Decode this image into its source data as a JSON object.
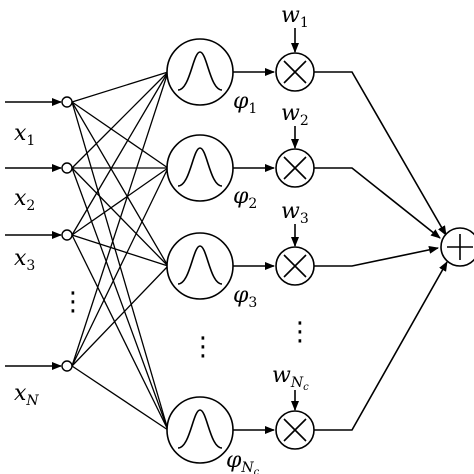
{
  "inputs": [
    {
      "base": "x",
      "sub": "1"
    },
    {
      "base": "x",
      "sub": "2"
    },
    {
      "base": "x",
      "sub": "3"
    },
    {
      "base": "x",
      "sub": "N"
    }
  ],
  "basis_functions": [
    {
      "base": "φ",
      "sub": "1"
    },
    {
      "base": "φ",
      "sub": "2"
    },
    {
      "base": "φ",
      "sub": "3"
    },
    {
      "base": "φ",
      "sub": "Nc"
    }
  ],
  "weights": [
    {
      "base": "w",
      "sub": "1"
    },
    {
      "base": "w",
      "sub": "2"
    },
    {
      "base": "w",
      "sub": "3"
    },
    {
      "base": "w",
      "sub": "Nc"
    }
  ],
  "multiply_symbol": "×",
  "sum_symbol": "+",
  "ellipsis": "⋮",
  "subscript_index_c": "c"
}
